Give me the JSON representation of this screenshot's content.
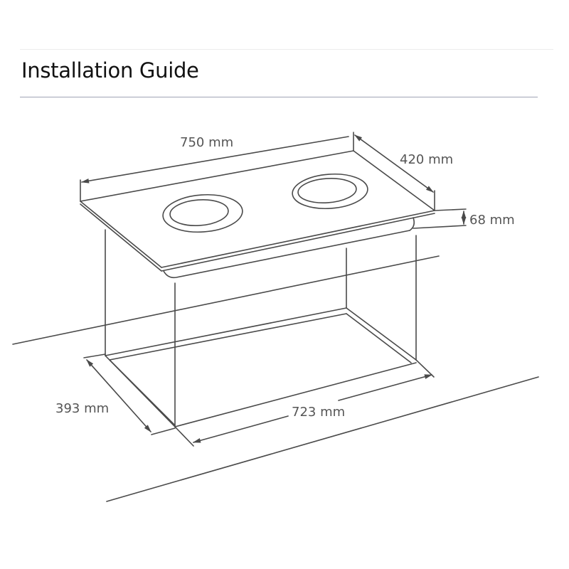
{
  "header": {
    "title": "Installation Guide"
  },
  "diagram": {
    "subject": "built-in two-burner hob with cut-out dimensions",
    "dimensions": {
      "width": "750 mm",
      "depth": "420 mm",
      "height": "68 mm",
      "cutout_depth": "393 mm",
      "cutout_width": "723 mm"
    },
    "burners": 2
  },
  "colors": {
    "line": "#4a4a4a",
    "text": "#555555",
    "title": "#111111",
    "rule": "#9fa3b5"
  }
}
